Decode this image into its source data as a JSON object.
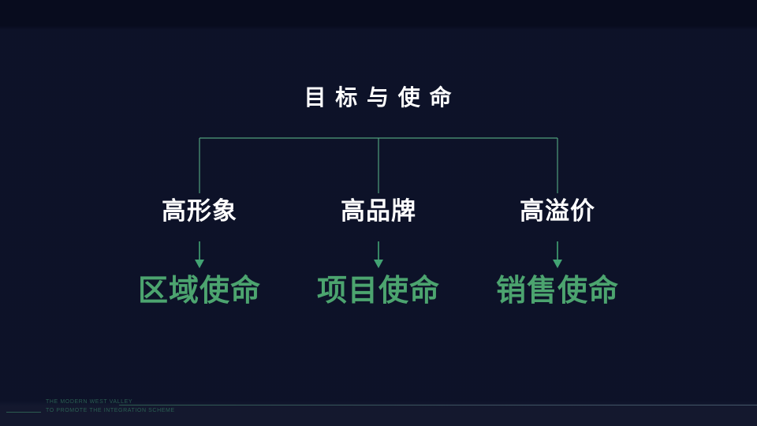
{
  "slide": {
    "title": "目 标 与 使 命",
    "diagram": {
      "type": "tree",
      "branches": [
        {
          "label": "高形象",
          "mission": "区域使命"
        },
        {
          "label": "高品牌",
          "mission": "项目使命"
        },
        {
          "label": "高溢价",
          "mission": "销售使命"
        }
      ]
    },
    "footer": {
      "line1": "THE MODERN WEST VALLEY",
      "line2": "TO PROMOTE THE INTEGRATION SCHEME"
    },
    "colors": {
      "background": "#0a0f26",
      "title_text": "#ffffff",
      "branch_label_text": "#ffffff",
      "mission_text": "#4ca46f",
      "connector_line": "#4f9e7c",
      "arrow": "#42a373",
      "footer_text": "#2b5f52"
    }
  }
}
